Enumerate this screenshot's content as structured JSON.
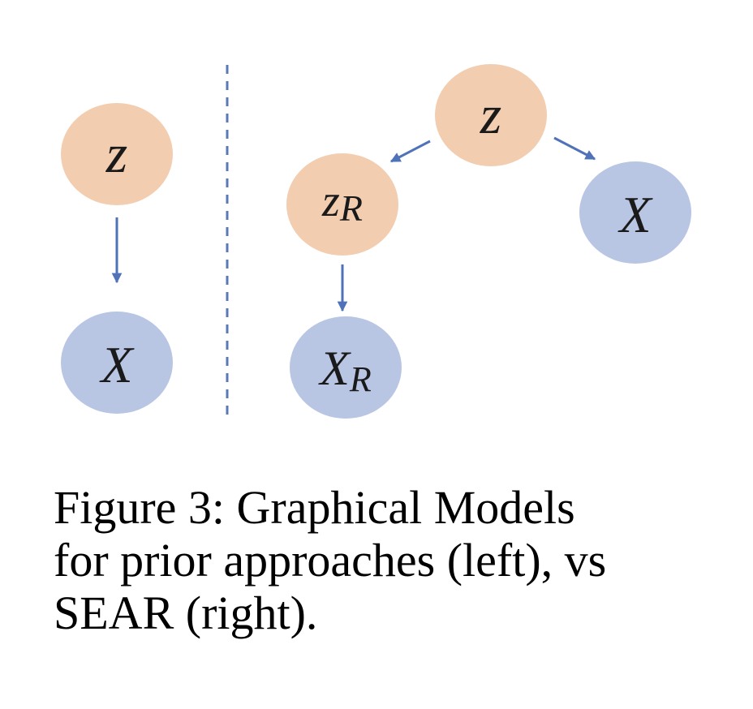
{
  "colors": {
    "latent_node": "#f2cdb0",
    "observed_node": "#b8c6e4",
    "edge": "#4f72b8",
    "divider": "#5a79b5"
  },
  "nodes": {
    "left_z": {
      "label": "z"
    },
    "left_x": {
      "label": "X"
    },
    "right_z": {
      "label": "z"
    },
    "right_zr": {
      "label": "z",
      "subscript": "R"
    },
    "right_x": {
      "label": "X"
    },
    "right_xr": {
      "label": "X",
      "subscript": "R"
    }
  },
  "caption": {
    "line1": "Figure 3:  Graphical Models",
    "line2": "for prior approaches (left), vs",
    "line3": "SEAR (right)."
  }
}
